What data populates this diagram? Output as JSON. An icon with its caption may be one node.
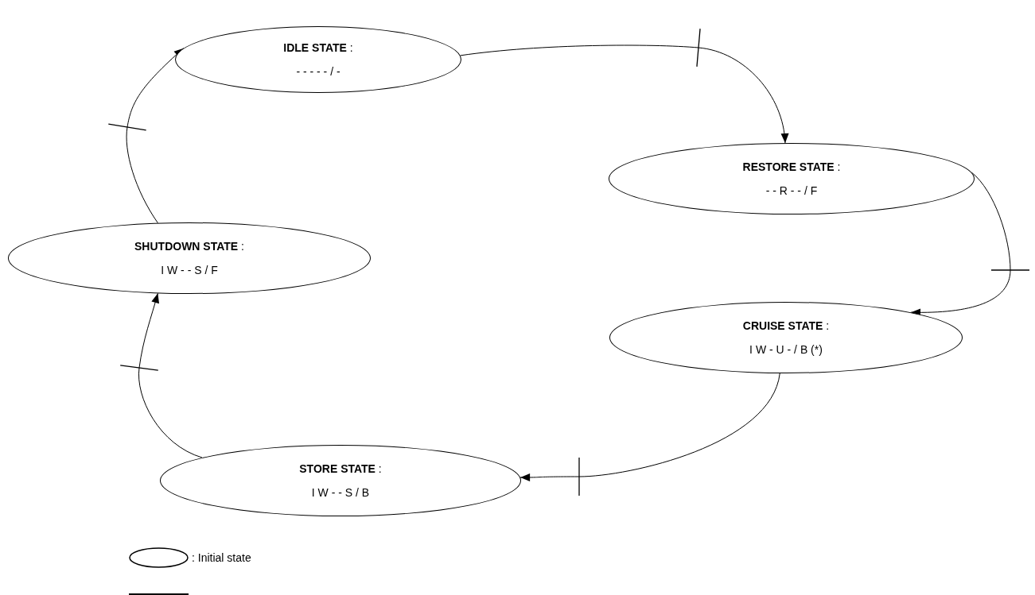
{
  "diagram": {
    "nodes": [
      {
        "text": [
          "**IDLE STATE** :",
          "- - - - - / -"
        ]
      },
      {
        "text": [
          "**RESTORE STATE** :",
          "- - R - - / F"
        ]
      },
      {
        "text": [
          "**CRUISE STATE** :",
          "I W - U - / B (*)"
        ]
      },
      {
        "text": [
          "**STORE STATE** :",
          "I W - - S / B"
        ]
      },
      {
        "text": [
          "**SHUTDOWN STATE** :",
          "I W - - S / F"
        ]
      }
    ],
    "edges": [
      {
        "from": 0,
        "to": 1,
        "arrow": "to"
      },
      {
        "from": 1,
        "to": 2,
        "arrow": "to"
      },
      {
        "from": 2,
        "to": 3,
        "arrow": "to"
      },
      {
        "from": 3,
        "to": 4,
        "arrow": "to"
      },
      {
        "from": 4,
        "to": 0,
        "arrow": "to"
      }
    ],
    "legend": [
      {
        "text": ": Initial state"
      }
    ]
  }
}
